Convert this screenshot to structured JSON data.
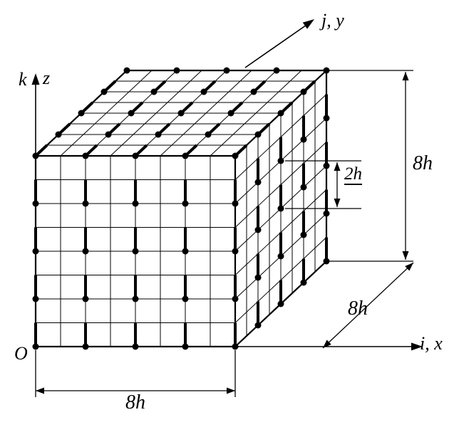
{
  "figure": {
    "type": "3d-finite-difference-grid-cube",
    "grid": {
      "fine_divisions_per_edge": 8,
      "coarse_node_step": 2
    },
    "labels": {
      "origin": "O",
      "axis_k": "k",
      "axis_z": "z",
      "axis_jy": "j, y",
      "axis_ix": "i, x",
      "dim_bottom": "8h",
      "dim_right": "8h",
      "dim_depth": "8h",
      "dim_node_spacing": "2h"
    },
    "style": {
      "ink": "#000000",
      "background": "#ffffff"
    }
  }
}
